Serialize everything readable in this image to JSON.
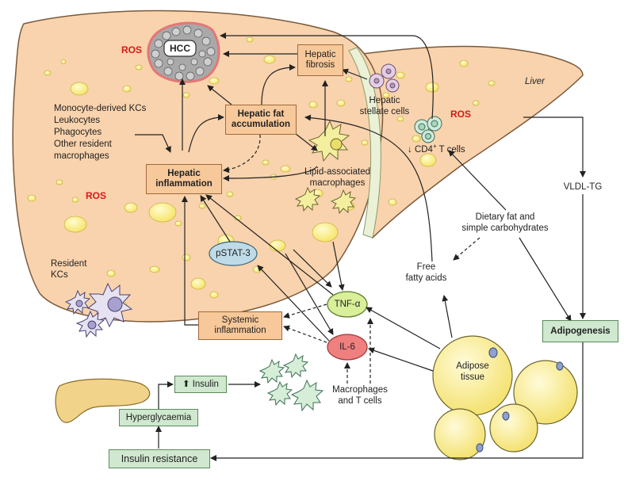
{
  "organs": {
    "liver_label": "Liver",
    "hcc": "HCC",
    "adipose_tissue": "Adipose\ntissue"
  },
  "boxes": {
    "hepatic_fibrosis": "Hepatic\nfibrosis",
    "hepatic_fat_accumulation": "Hepatic fat\naccumulation",
    "hepatic_inflammation": "Hepatic\ninflammation",
    "systemic_inflammation": "Systemic\ninflammation",
    "adipogenesis": "Adipogenesis",
    "insulin": "Insulin",
    "hyperglycaemia": "Hyperglycaemia",
    "insulin_resistance": "Insulin resistance"
  },
  "molecules": {
    "pstat3": "pSTAT-3",
    "tnf": "TNF-α",
    "il6": "IL-6"
  },
  "labels": {
    "ros_1": "ROS",
    "ros_2": "ROS",
    "ros_3": "ROS",
    "monocyte_list": "Monocyte-derived KCs\nLeukocytes\nPhagocytes\nOther resident\nmacrophages",
    "hepatic_stellate_cells": "Hepatic\nstellate cells",
    "cd4_t_cells_prefix": "↓ CD4",
    "cd4_t_cells_sup": "+",
    "cd4_t_cells_suffix": " T cells",
    "lipid_associated_macrophages": "Lipid-associated\nmacrophages",
    "resident_kcs": "Resident\nKCs",
    "vldl_tg": "VLDL-TG",
    "dietary_fat": "Dietary fat and\nsimple carbohydrates",
    "free_fatty_acids": "Free\nfatty acids",
    "macrophages_t_cells": "Macrophages\nand T cells"
  },
  "colors": {
    "liver_fill": "#f9d3ad",
    "liver_stroke": "#7a5a3c",
    "fat_droplet": "#fdf08a",
    "orange_box": "#f7c89a",
    "green_box": "#cfe8cf",
    "ros_red": "#d7191c",
    "il6_fill": "#f07f7f",
    "tnf_fill": "#d9ef9a",
    "pstat3_fill": "#bfdbe8"
  }
}
